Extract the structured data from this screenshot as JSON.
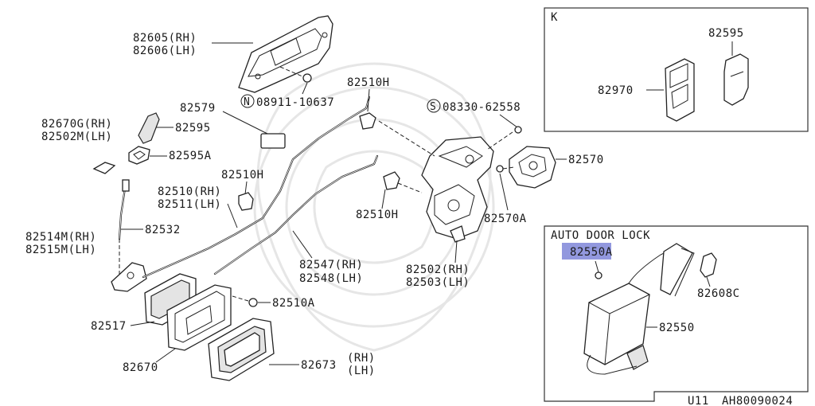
{
  "labels": {
    "p82605": "82605(RH)",
    "p82606": "82606(LH)",
    "p82579": "82579",
    "p08911": "08911-10637",
    "bolt_n": "N",
    "p82510h_top": "82510H",
    "p08330": "08330-62558",
    "bolt_s": "S",
    "p82670g": "82670G(RH)",
    "p82502m": "82502M(LH)",
    "p82595_left": "82595",
    "p82595a": "82595A",
    "p82510h_mid": "82510H",
    "p82510rh": "82510(RH)",
    "p82511lh": "82511(LH)",
    "p82510h_right": "82510H",
    "p82570": "82570",
    "p82570a": "82570A",
    "p82514m": "82514M(RH)",
    "p82515m": "82515M(LH)",
    "p82532": "82532",
    "p82547": "82547(RH)",
    "p82548": "82548(LH)",
    "p82502rh": "82502(RH)",
    "p82503lh": "82503(LH)",
    "p82510a": "82510A",
    "p82517": "82517",
    "p82670": "82670",
    "p82673": "82673",
    "p82673_rh": "(RH)",
    "p82673_lh": "(LH)"
  },
  "inset_k": {
    "title": "K",
    "p82595": "82595",
    "p82970": "82970"
  },
  "inset_auto": {
    "title": "AUTO DOOR LOCK",
    "p82550a": "82550A",
    "p82550": "82550",
    "p82608c": "82608C"
  },
  "footer": {
    "code": "U11",
    "drawing_id": "AH80090024"
  },
  "colors": {
    "highlight": "#7f86d8",
    "line": "#222222",
    "watermark": "#e6e6e6"
  }
}
